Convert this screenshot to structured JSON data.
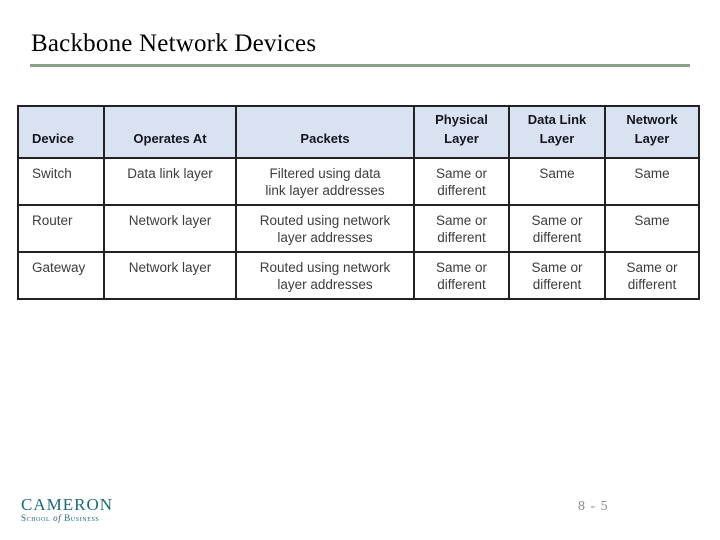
{
  "slide": {
    "title": "Backbone Network Devices",
    "page_number": "8 - 5",
    "underline_color": "#87a287",
    "background_color": "#ffffff"
  },
  "logo": {
    "line1": "CAMERON",
    "line2_word1": "School",
    "line2_word2": "of",
    "line2_word3": "Business",
    "color": "#1b6b76"
  },
  "table": {
    "header_bg": "#d9e2f0",
    "border_color": "#222222",
    "headers": [
      "Device",
      "Operates At",
      "Packets",
      "Physical Layer",
      "Data Link Layer",
      "Network Layer"
    ],
    "rows": [
      [
        "Switch",
        "Data link layer",
        "Filtered using data\nlink layer addresses",
        "Same or different",
        "Same",
        "Same"
      ],
      [
        "Router",
        "Network layer",
        "Routed using network\nlayer addresses",
        "Same or different",
        "Same or different",
        "Same"
      ],
      [
        "Gateway",
        "Network layer",
        "Routed using network\nlayer addresses",
        "Same or different",
        "Same or different",
        "Same or different"
      ]
    ]
  }
}
